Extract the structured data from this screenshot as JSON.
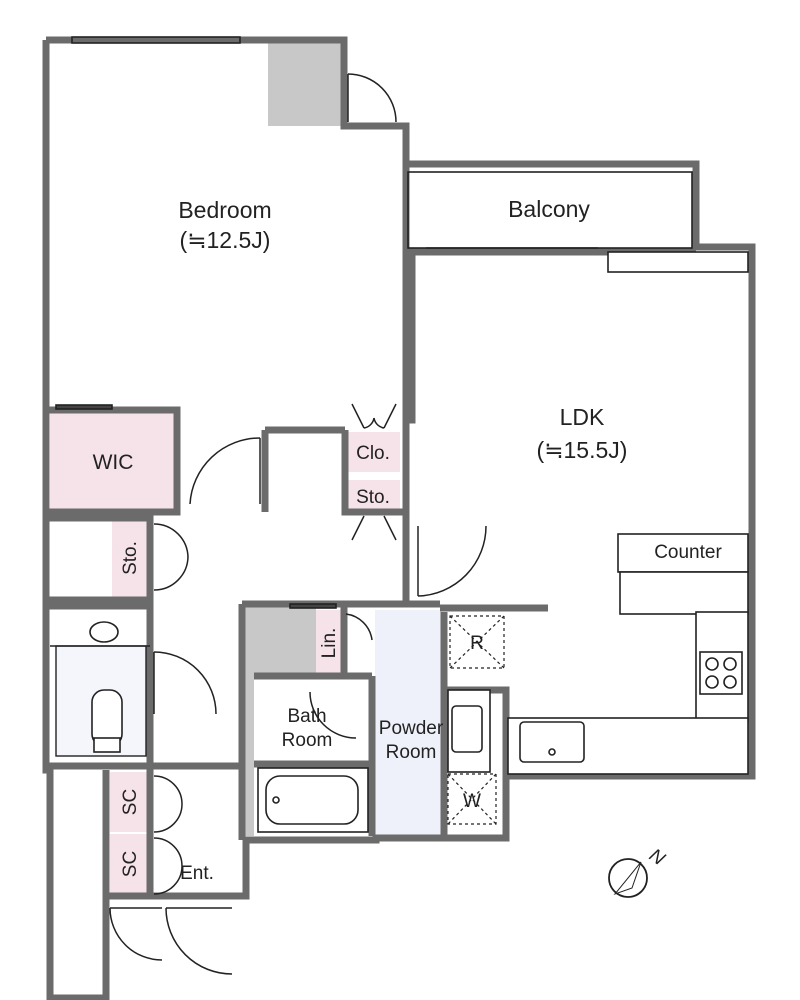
{
  "colors": {
    "wall": "#6b6b6b",
    "storage_fill": "#f6e3ea",
    "shaft_fill": "#c8c8c8",
    "line": "#222222"
  },
  "rooms": {
    "bedroom": {
      "name": "Bedroom",
      "size": "(≒12.5J)"
    },
    "ldk": {
      "name": "LDK",
      "size": "(≒15.5J)"
    },
    "balcony": {
      "name": "Balcony"
    },
    "wic": {
      "name": "WIC"
    },
    "closet": {
      "name": "Clo."
    },
    "storage_hall": {
      "name": "Sto."
    },
    "storage_west": {
      "name": "Sto."
    },
    "linen": {
      "name": "Lin."
    },
    "bath": {
      "line1": "Bath",
      "line2": "Room"
    },
    "powder": {
      "line1": "Powder",
      "line2": "Room"
    },
    "shoe_closet_1": {
      "name": "SC"
    },
    "shoe_closet_2": {
      "name": "SC"
    },
    "entrance": {
      "name": "Ent."
    },
    "counter": {
      "name": "Counter"
    },
    "refrigerator": {
      "name": "R"
    },
    "washer": {
      "name": "W"
    }
  },
  "compass": {
    "north": "N"
  }
}
